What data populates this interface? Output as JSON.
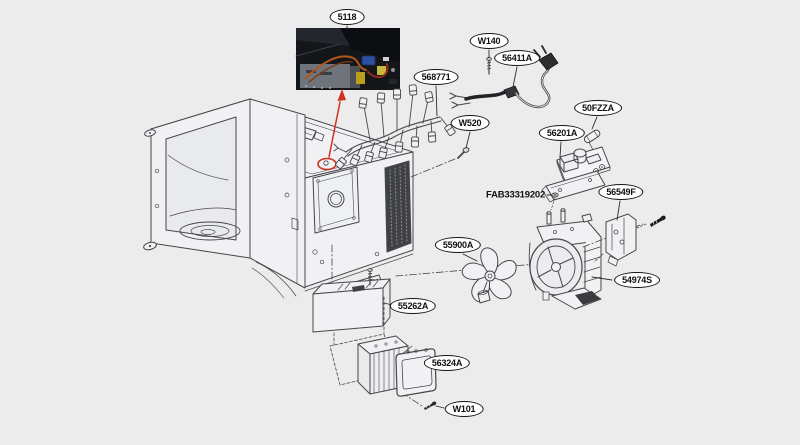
{
  "diagram": {
    "type": "exploded-parts-diagram",
    "subject": "Microwave oven interior parts",
    "colors": {
      "background": "#ececed",
      "line_art": "#46474b",
      "accent_red": "#d0301f",
      "label_fill": "#ffffff",
      "label_border": "#161616",
      "vent_dark": "#3f4146"
    },
    "callouts": {
      "c5118": "5118",
      "c568771": "568771",
      "cW140": "W140",
      "c56411A": "56411A",
      "cW520": "W520",
      "c50FZZA": "50FZZA",
      "c56201A": "56201A",
      "c56549F": "56549F",
      "c54974S": "54974S",
      "c55900A": "55900A",
      "c55262A": "55262A",
      "c56324A": "56324A",
      "cW101": "W101",
      "fab_part_number": "FAB33319202"
    }
  }
}
